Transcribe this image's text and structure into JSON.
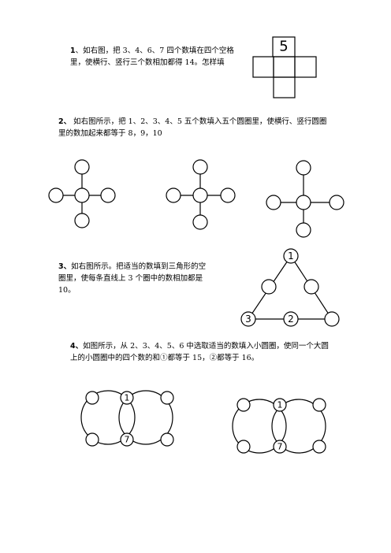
{
  "problems": [
    {
      "number": "1",
      "lines": [
        "、如右图，把 3、4、6、7 四个数填在四个空格",
        "里，使横行、竖行三个数相加都得 14。怎样填"
      ],
      "grid_given": "5"
    },
    {
      "number": "2、",
      "lines": [
        "如右图所示，把 1、2、3、4、5 五个数填入五个圆圈里，使横行、竖行圆圈",
        "里的数加起来都等于 8，9，10"
      ]
    },
    {
      "number": "3、",
      "lines": [
        "如右图所示。把适当的数填到三角形的空",
        "圈里，使每条直线上 3 个圈中的数相加都是",
        "10。"
      ],
      "triangle_given": {
        "top": "1",
        "bottom_left": "3",
        "bottom_middle": "2"
      }
    },
    {
      "number": "4、",
      "lines": [
        "如图所示，从 2、3、4、5、6 中选取适当的数填入小圆圈，使同一个大圆",
        "上的小圆圈中的四个数的和①都等于 15，②都等于 16。"
      ],
      "rings_given": {
        "top": "1",
        "bottom": "7"
      }
    }
  ]
}
